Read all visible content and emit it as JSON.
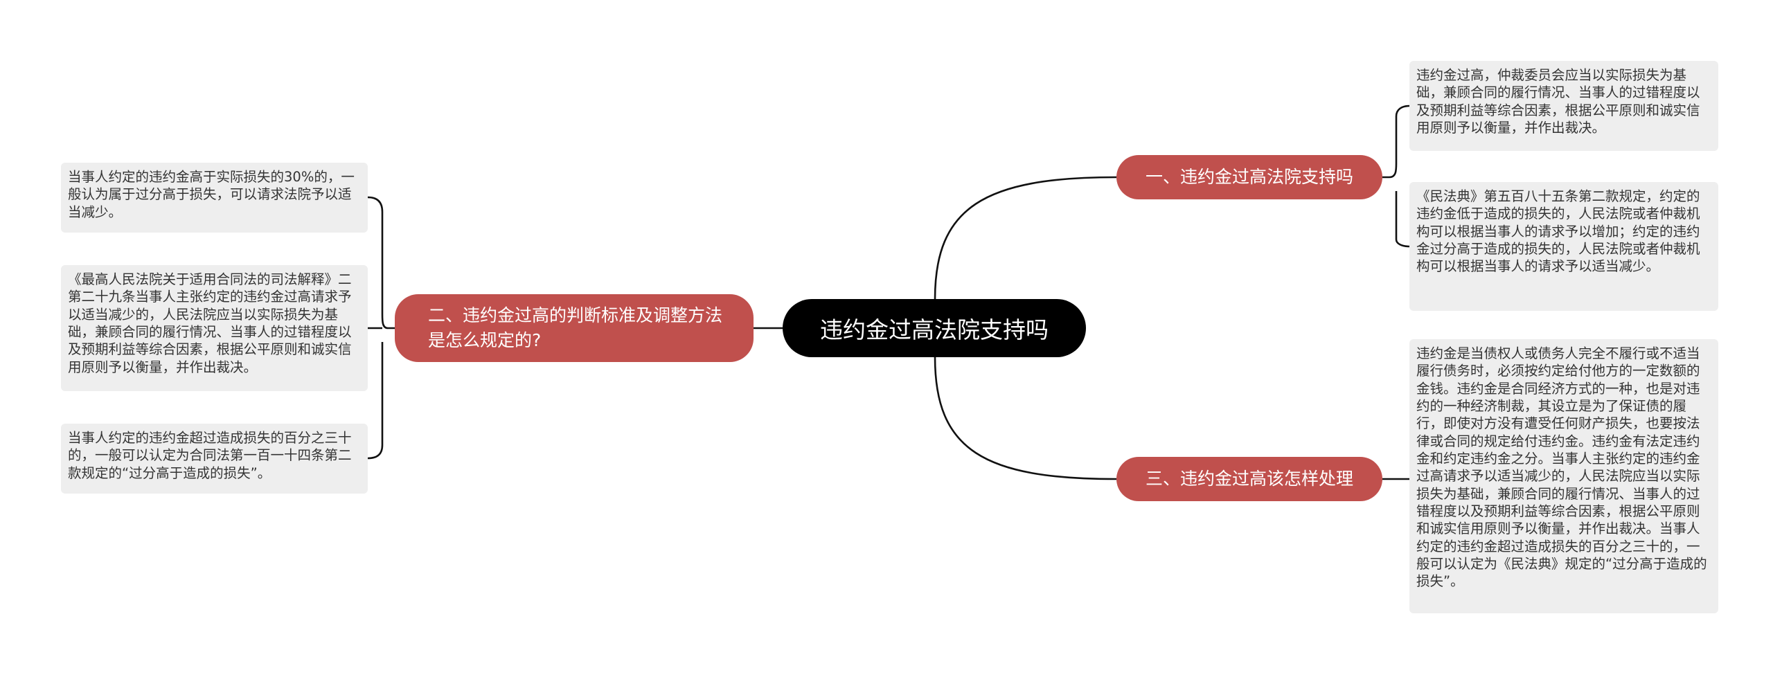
{
  "root": {
    "label": "违约金过高法院支持吗"
  },
  "branches": [
    {
      "label": "一、违约金过高法院支持吗"
    },
    {
      "label": "二、违约金过高的判断标准及调整方法是怎么规定的?"
    },
    {
      "label": "三、违约金过高该怎样处理"
    }
  ],
  "leaves": [
    {
      "text": "违约金过高，仲裁委员会应当以实际损失为基础，兼顾合同的履行情况、当事人的过错程度以及预期利益等综合因素，根据公平原则和诚实信用原则予以衡量，并作出裁决。"
    },
    {
      "text": "《民法典》第五百八十五条第二款规定，约定的违约金低于造成的损失的，人民法院或者仲裁机构可以根据当事人的请求予以增加；约定的违约金过分高于造成的损失的，人民法院或者仲裁机构可以根据当事人的请求予以适当减少。"
    },
    {
      "text": "违约金是当债权人或债务人完全不履行或不适当履行债务时，必须按约定给付他方的一定数额的金钱。违约金是合同经济方式的一种，也是对违约的一种经济制裁，其设立是为了保证债的履行，即使对方没有遭受任何财产损失，也要按法律或合同的规定给付违约金。违约金有法定违约金和约定违约金之分。当事人主张约定的违约金过高请求予以适当减少的，人民法院应当以实际损失为基础，兼顾合同的履行情况、当事人的过错程度以及预期利益等综合因素，根据公平原则和诚实信用原则予以衡量，并作出裁决。当事人约定的违约金超过造成损失的百分之三十的，一般可以认定为《民法典》规定的“过分高于造成的损失”。"
    },
    {
      "text": "当事人约定的违约金高于实际损失的30%的，一般认为属于过分高于损失，可以请求法院予以适当减少。"
    },
    {
      "text": "《最高人民法院关于适用合同法的司法解释》二第二十九条当事人主张约定的违约金过高请求予以适当减少的，人民法院应当以实际损失为基础，兼顾合同的履行情况、当事人的过错程度以及预期利益等综合因素，根据公平原则和诚实信用原则予以衡量，并作出裁决。"
    },
    {
      "text": "当事人约定的违约金超过造成损失的百分之三十的，一般可以认定为合同法第一百一十四条第二款规定的“过分高于造成的损失”。"
    }
  ],
  "colors": {
    "root": "#000000",
    "branch": "#c0504d",
    "leaf": "#eeeeee",
    "line": "#111111"
  }
}
